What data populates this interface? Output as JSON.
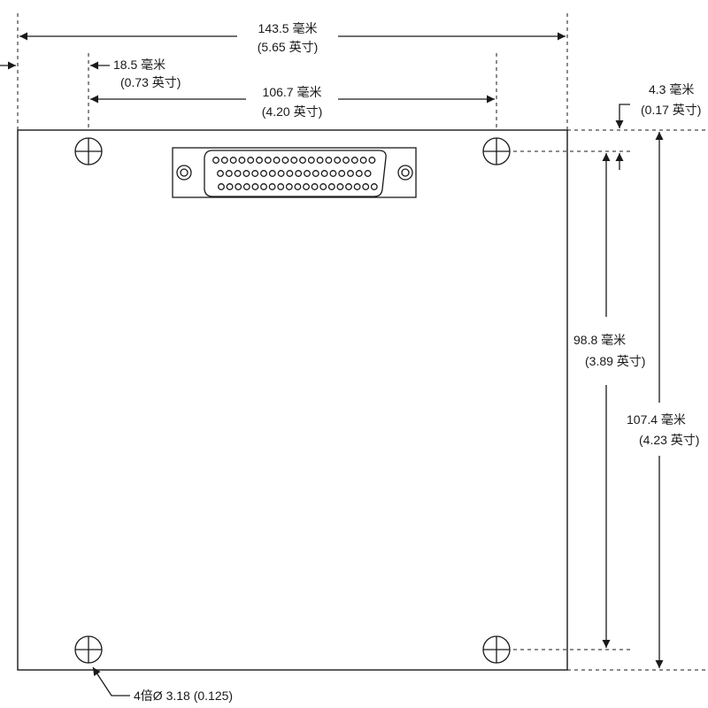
{
  "dimensions": {
    "overall_width": {
      "mm": "143.5 毫米",
      "inch": "(5.65 英寸)"
    },
    "hole_offset_x": {
      "mm": "18.5 毫米",
      "inch": "(0.73 英寸)"
    },
    "hole_spacing_x": {
      "mm": "106.7 毫米",
      "inch": "(4.20 英寸)"
    },
    "hole_offset_y": {
      "mm": "4.3 毫米",
      "inch": "(0.17 英寸)"
    },
    "hole_spacing_y": {
      "mm": "98.8 毫米",
      "inch": "(3.89 英寸)"
    },
    "overall_height": {
      "mm": "107.4 毫米",
      "inch": "(4.23 英寸)"
    }
  },
  "holes": {
    "callout": "4倍Ø  3.18 (0.125)",
    "count": 4
  },
  "connector": {
    "pin_rows": [
      19,
      18,
      19
    ]
  }
}
